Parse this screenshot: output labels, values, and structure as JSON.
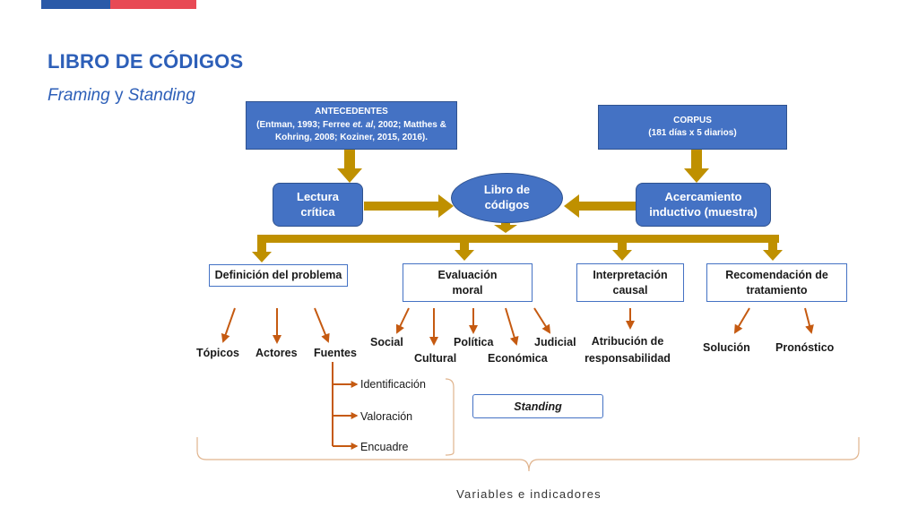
{
  "slide": {
    "title": "LIBRO DE CÓDIGOS",
    "subtitle_part1": "Framing",
    "subtitle_connector": " y ",
    "subtitle_part2": "Standing"
  },
  "top_boxes": {
    "antecedentes": {
      "heading": "ANTECEDENTES",
      "line1_pre": "(Entman, 1993; Ferree ",
      "line1_italic": "et. al",
      "line1_post": ", 2002; Matthes &",
      "line2": "Kohring, 2008; Koziner, 2015, 2016)."
    },
    "corpus": {
      "heading": "CORPUS",
      "detail": "(181 días x 5 diarios)"
    }
  },
  "middle": {
    "lectura_line1": "Lectura",
    "lectura_line2": "crítica",
    "libro_line1": "Libro de",
    "libro_line2": "códigos",
    "acercamiento_line1": "Acercamiento",
    "acercamiento_line2": "inductivo (muestra)"
  },
  "categories": {
    "definicion": "Definición del problema",
    "evaluacion_line1": "Evaluación",
    "evaluacion_line2": "moral",
    "interpretacion_line1": "Interpretación",
    "interpretacion_line2": "causal",
    "recomendacion_line1": "Recomendación de",
    "recomendacion_line2": "tratamiento"
  },
  "leaves": {
    "topicos": "Tópicos",
    "actores": "Actores",
    "fuentes": "Fuentes",
    "social": "Social",
    "cultural": "Cultural",
    "politica": "Política",
    "economica": "Económica",
    "judicial": "Judicial",
    "atribucion_line1": "Atribución de",
    "atribucion_line2": "responsabilidad",
    "solucion": "Solución",
    "pronostico": "Pronóstico"
  },
  "fuentes_sub": {
    "identificacion": "Identificación",
    "valoracion": "Valoración",
    "encuadre": "Encuadre"
  },
  "standing_label": "Standing",
  "footer": "Variables e indicadores",
  "colors": {
    "title_blue": "#2d5fb8",
    "box_fill": "#4472c4",
    "gold_arrow": "#bf9000",
    "orange_arrow": "#c55a11",
    "brace": "#e0b48e"
  }
}
